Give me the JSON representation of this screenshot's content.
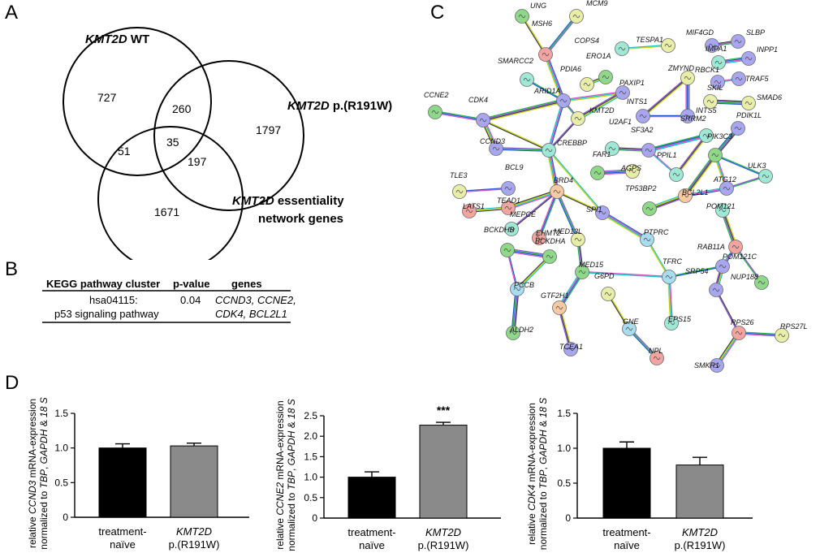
{
  "panels": {
    "a": "A",
    "b": "B",
    "c": "C",
    "d": "D"
  },
  "venn": {
    "sets": [
      {
        "name_em": "KMT2D",
        "name_rest": " WT"
      },
      {
        "name_em": "KMT2D",
        "name_rest": " p.(R191W)"
      },
      {
        "name_em": "KMT2D",
        "name_rest": " essentiality",
        "line2": "network genes"
      }
    ],
    "regions": {
      "wt_only": "727",
      "mut_only": "1797",
      "ess_only": "1671",
      "wt_mut": "260",
      "wt_ess": "51",
      "mut_ess": "197",
      "all": "35"
    }
  },
  "kegg": {
    "headers": [
      "KEGG pathway cluster",
      "p-value",
      "genes"
    ],
    "row": {
      "cluster_line1": "hsa04115:",
      "cluster_line2": "p53 signaling pathway",
      "pvalue": "0.04",
      "genes_line1": "CCND3, CCNE2,",
      "genes_line2": "CDK4, BCL2L1"
    }
  },
  "network": {
    "colors": {
      "green": "#8fd88a",
      "red": "#f2a5a0",
      "blue": "#a9a6f0",
      "cyan": "#9fe8d6",
      "yellow": "#e8eea8",
      "orange": "#f6c9a2",
      "lightblue": "#a8dcef"
    },
    "nodes": [
      {
        "id": "UNG",
        "color": "green"
      },
      {
        "id": "MCM9",
        "color": "yellow"
      },
      {
        "id": "MSH6",
        "color": "red"
      },
      {
        "id": "COPS4",
        "color": "cyan"
      },
      {
        "id": "TESPA1",
        "color": "yellow"
      },
      {
        "id": "MIF4GD",
        "color": "blue"
      },
      {
        "id": "SLBP",
        "color": "blue"
      },
      {
        "id": "IMPA1",
        "color": "cyan"
      },
      {
        "id": "INPP1",
        "color": "blue"
      },
      {
        "id": "SMARCC2",
        "color": "cyan"
      },
      {
        "id": "ERO1A",
        "color": "green"
      },
      {
        "id": "PDIA6",
        "color": "yellow"
      },
      {
        "id": "ZMYND",
        "color": "yellow"
      },
      {
        "id": "RBCK1",
        "color": "blue"
      },
      {
        "id": "TRAF5",
        "color": "blue"
      },
      {
        "id": "ARID1A",
        "color": "blue"
      },
      {
        "id": "PAXIP1",
        "color": "blue"
      },
      {
        "id": "INTS1",
        "color": "blue"
      },
      {
        "id": "INTS5",
        "color": "blue"
      },
      {
        "id": "SKIL",
        "color": "yellow"
      },
      {
        "id": "SMAD6",
        "color": "yellow"
      },
      {
        "id": "CCNE2",
        "color": "green"
      },
      {
        "id": "CDK4",
        "color": "blue"
      },
      {
        "id": "KMT2D",
        "color": "yellow"
      },
      {
        "id": "SRRM2",
        "color": "cyan"
      },
      {
        "id": "PDIK1L",
        "color": "blue"
      },
      {
        "id": "U2AF1",
        "color": "cyan"
      },
      {
        "id": "SF3A2",
        "color": "blue"
      },
      {
        "id": "CCND3",
        "color": "blue"
      },
      {
        "id": "CREBBP",
        "color": "cyan"
      },
      {
        "id": "PIK3C3",
        "color": "green"
      },
      {
        "id": "FAR1",
        "color": "green"
      },
      {
        "id": "AGPS",
        "color": "yellow"
      },
      {
        "id": "PPIL1",
        "color": "cyan"
      },
      {
        "id": "ULK3",
        "color": "cyan"
      },
      {
        "id": "TLE3",
        "color": "yellow"
      },
      {
        "id": "BCL9",
        "color": "blue"
      },
      {
        "id": "ATG12",
        "color": "blue"
      },
      {
        "id": "TEAD1",
        "color": "red"
      },
      {
        "id": "BRD4",
        "color": "orange"
      },
      {
        "id": "TP53BP2",
        "color": "green"
      },
      {
        "id": "BCL2L1",
        "color": "orange"
      },
      {
        "id": "POM121",
        "color": "cyan"
      },
      {
        "id": "LATS1",
        "color": "red"
      },
      {
        "id": "MEPCE",
        "color": "cyan"
      },
      {
        "id": "SPI1",
        "color": "blue"
      },
      {
        "id": "EHMT2",
        "color": "red"
      },
      {
        "id": "BCKDHB",
        "color": "green"
      },
      {
        "id": "MED13L",
        "color": "yellow"
      },
      {
        "id": "PTPRC",
        "color": "lightblue"
      },
      {
        "id": "POM121C",
        "color": "red"
      },
      {
        "id": "BCKDHA",
        "color": "green"
      },
      {
        "id": "RAB11A",
        "color": "blue"
      },
      {
        "id": "MED15",
        "color": "green"
      },
      {
        "id": "TFRC",
        "color": "lightblue"
      },
      {
        "id": "NUP188",
        "color": "green"
      },
      {
        "id": "PCCB",
        "color": "lightblue"
      },
      {
        "id": "SRP54",
        "color": "blue"
      },
      {
        "id": "G6PD",
        "color": "yellow"
      },
      {
        "id": "GTF2H1",
        "color": "orange"
      },
      {
        "id": "EPS15",
        "color": "cyan"
      },
      {
        "id": "GNE",
        "color": "lightblue"
      },
      {
        "id": "RPS26",
        "color": "red"
      },
      {
        "id": "RPS27L",
        "color": "yellow"
      },
      {
        "id": "ALDH2",
        "color": "green"
      },
      {
        "id": "TCEA1",
        "color": "blue"
      },
      {
        "id": "NPL",
        "color": "red"
      },
      {
        "id": "SMKR1",
        "color": "blue"
      }
    ],
    "edges": [
      [
        "UNG",
        "MSH6"
      ],
      [
        "MCM9",
        "MSH6"
      ],
      [
        "MSH6",
        "ARID1A"
      ],
      [
        "COPS4",
        "TESPA1"
      ],
      [
        "MIF4GD",
        "SLBP"
      ],
      [
        "IMPA1",
        "INPP1"
      ],
      [
        "RBCK1",
        "TRAF5"
      ],
      [
        "ZMYND",
        "INTS1"
      ],
      [
        "ZMYND",
        "INTS5"
      ],
      [
        "INTS1",
        "INTS5"
      ],
      [
        "ERO1A",
        "PDIA6"
      ],
      [
        "SKIL",
        "SMAD6"
      ],
      [
        "SMARCC2",
        "ARID1A"
      ],
      [
        "ARID1A",
        "PAXIP1"
      ],
      [
        "ARID1A",
        "CDK4"
      ],
      [
        "ARID1A",
        "KMT2D"
      ],
      [
        "ARID1A",
        "CREBBP"
      ],
      [
        "PAXIP1",
        "KMT2D"
      ],
      [
        "KMT2D",
        "CREBBP"
      ],
      [
        "CCNE2",
        "CDK4"
      ],
      [
        "CDK4",
        "CCND3"
      ],
      [
        "CDK4",
        "CREBBP"
      ],
      [
        "CCND3",
        "CREBBP"
      ],
      [
        "CREBBP",
        "BRD4"
      ],
      [
        "CREBBP",
        "SPI1"
      ],
      [
        "U2AF1",
        "SF3A2"
      ],
      [
        "SF3A2",
        "SRRM2"
      ],
      [
        "SF3A2",
        "PPIL1"
      ],
      [
        "SRRM2",
        "PPIL1"
      ],
      [
        "FAR1",
        "AGPS"
      ],
      [
        "TLE3",
        "BCL9"
      ],
      [
        "LATS1",
        "TEAD1"
      ],
      [
        "PDIK1L",
        "PIK3C3"
      ],
      [
        "PIK3C3",
        "ULK3"
      ],
      [
        "PIK3C3",
        "ATG12"
      ],
      [
        "PIK3C3",
        "BCL2L1"
      ],
      [
        "ATG12",
        "ULK3"
      ],
      [
        "ATG12",
        "BCL2L1"
      ],
      [
        "TP53BP2",
        "BCL2L1"
      ],
      [
        "BRD4",
        "MEPCE"
      ],
      [
        "BRD4",
        "EHMT2"
      ],
      [
        "BRD4",
        "TEAD1"
      ],
      [
        "BRD4",
        "SPI1"
      ],
      [
        "BRD4",
        "MED13L"
      ],
      [
        "SPI1",
        "PTPRC"
      ],
      [
        "PTPRC",
        "TFRC"
      ],
      [
        "MED13L",
        "MED15"
      ],
      [
        "MED15",
        "GTF2H1"
      ],
      [
        "MED15",
        "TFRC"
      ],
      [
        "GTF2H1",
        "TCEA1"
      ],
      [
        "BCKDHB",
        "BCKDHA"
      ],
      [
        "BCKDHB",
        "PCCB"
      ],
      [
        "BCKDHA",
        "PCCB"
      ],
      [
        "PCCB",
        "ALDH2"
      ],
      [
        "TFRC",
        "RAB11A"
      ],
      [
        "TFRC",
        "EPS15"
      ],
      [
        "POM121",
        "POM121C"
      ],
      [
        "POM121C",
        "NUP188"
      ],
      [
        "POM121C",
        "RAB11A"
      ],
      [
        "RAB11A",
        "SRP54"
      ],
      [
        "SRP54",
        "RPS26"
      ],
      [
        "RPS26",
        "RPS27L"
      ],
      [
        "RPS26",
        "SMKR1"
      ],
      [
        "G6PD",
        "GNE"
      ],
      [
        "GNE",
        "NPL"
      ]
    ]
  },
  "chart_data": [
    {
      "type": "bar",
      "categories": [
        "treatment-naïve",
        "KMT2D p.(R191W)"
      ],
      "values": [
        1.0,
        1.03
      ],
      "errors": [
        0.06,
        0.04
      ],
      "ylabel_pre": "relative ",
      "ylabel_gene": "CCND3",
      "ylabel_post": " mRNA-expression",
      "ylabel2": "normalized to TBP, GAPDH & 18 S",
      "ylim": [
        0,
        1.5
      ],
      "yticks": [
        "0",
        "0.5",
        "1.0",
        "1.5"
      ],
      "colors": [
        "#000000",
        "#8a8a8a"
      ],
      "significance": ""
    },
    {
      "type": "bar",
      "categories": [
        "treatment-naïve",
        "KMT2D p.(R191W)"
      ],
      "values": [
        1.0,
        2.27
      ],
      "errors": [
        0.13,
        0.07
      ],
      "ylabel_pre": "relative ",
      "ylabel_gene": "CCNE2",
      "ylabel_post": " mRNA-expression",
      "ylabel2": "normalized to TBP, GAPDH & 18 S",
      "ylim": [
        0,
        2.5
      ],
      "yticks": [
        "0",
        "0.5",
        "1.0",
        "1.5",
        "2.0",
        "2.5"
      ],
      "colors": [
        "#000000",
        "#8a8a8a"
      ],
      "significance": "***"
    },
    {
      "type": "bar",
      "categories": [
        "treatment-naïve",
        "KMT2D p.(R191W)"
      ],
      "values": [
        1.0,
        0.76
      ],
      "errors": [
        0.09,
        0.11
      ],
      "ylabel_pre": "relative ",
      "ylabel_gene": "CDK4",
      "ylabel_post": " mRNA-expression",
      "ylabel2": "normalized to TBP, GAPDH & 18 S",
      "ylim": [
        0,
        1.5
      ],
      "yticks": [
        "0",
        "0.5",
        "1.0",
        "1.5"
      ],
      "colors": [
        "#000000",
        "#8a8a8a"
      ],
      "significance": ""
    }
  ],
  "xlabels": {
    "c1_line1": "treatment-",
    "c1_line2": "naïve",
    "c2_line1": "KMT2D",
    "c2_line2": "p.(R191W)"
  }
}
